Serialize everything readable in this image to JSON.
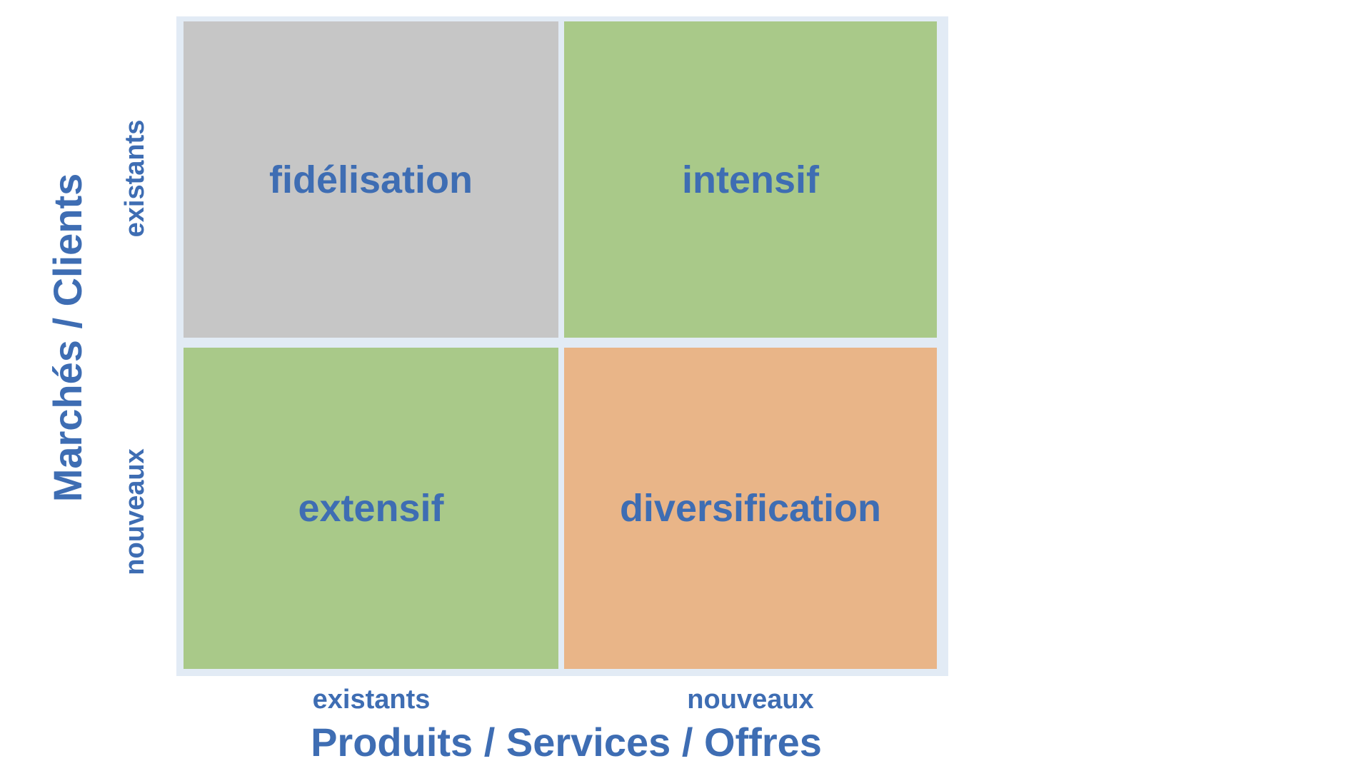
{
  "matrix": {
    "y_axis": {
      "title": "Marchés / Clients",
      "row_labels": [
        "existants",
        "nouveaux"
      ]
    },
    "x_axis": {
      "title": "Produits / Services / Offres",
      "col_labels": [
        "existants",
        "nouveaux"
      ]
    },
    "quadrants": [
      {
        "position": "top-left",
        "label": "fidélisation",
        "bg": "#c6c6c6"
      },
      {
        "position": "top-right",
        "label": "intensif",
        "bg": "#a9c989"
      },
      {
        "position": "bottom-left",
        "label": "extensif",
        "bg": "#a9c989"
      },
      {
        "position": "bottom-right",
        "label": "diversification",
        "bg": "#e9b588"
      }
    ],
    "colors": {
      "frame": "#e2ebf5",
      "text_blue": "#3e6db3",
      "quadrant_gray": "#c6c6c6",
      "quadrant_green": "#a9c989",
      "quadrant_orange": "#e9b588",
      "background": "#ffffff"
    }
  }
}
